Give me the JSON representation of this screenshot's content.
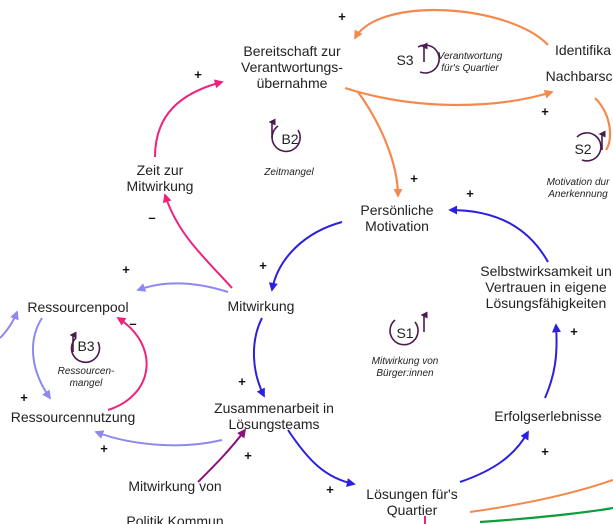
{
  "nodes": {
    "bereitschaft": [
      "Bereitschaft zur",
      "Verantwortungs-",
      "übernahme"
    ],
    "identifikation": [
      "Identifika",
      "Nachbarsch"
    ],
    "zeit": [
      "Zeit zur",
      "Mitwirkung"
    ],
    "motivation": [
      "Persönliche",
      "Motivation"
    ],
    "selbstwirksamkeit": [
      "Selbstwirksamkeit un",
      "Vertrauen in eigene",
      "Lösungsfähigkeiten"
    ],
    "ressourcenpool": [
      "Ressourcenpool"
    ],
    "mitwirkung": [
      "Mitwirkung"
    ],
    "ressourcennutzung": [
      "Ressourcennutzung"
    ],
    "zusammenarbeit": [
      "Zusammenarbeit in",
      "Lösungsteams"
    ],
    "erfolgserlebnisse": [
      "Erfolgserlebnisse"
    ],
    "loesungen": [
      "Lösungen für's",
      "Quartier"
    ],
    "politik": [
      "Mitwirkung von",
      "Politik Kommun"
    ]
  },
  "loops": {
    "s3": {
      "id": "S3",
      "name_line1": "Verantwortung",
      "name_line2": "für's Quartier"
    },
    "b2": {
      "id": "B2",
      "name_line1": "Zeitmangel"
    },
    "s2": {
      "id": "S2",
      "name_line1": "Motivation dur",
      "name_line2": "Anerkennung"
    },
    "s1": {
      "id": "S1",
      "name_line1": "Mitwirkung von",
      "name_line2": "Bürger:innen"
    },
    "b3": {
      "id": "B3",
      "name_line1": "Ressourcen-",
      "name_line2": "mangel"
    }
  },
  "polarity": {
    "plus": "+",
    "minus": "–"
  },
  "colors": {
    "orange": "#f4894e",
    "pink": "#f0217d",
    "blue": "#2b1fe0",
    "lavender": "#8f88f0",
    "purple": "#8c0f7c",
    "green": "#0d9c3c",
    "loop_marker": "#4b1a4f"
  }
}
